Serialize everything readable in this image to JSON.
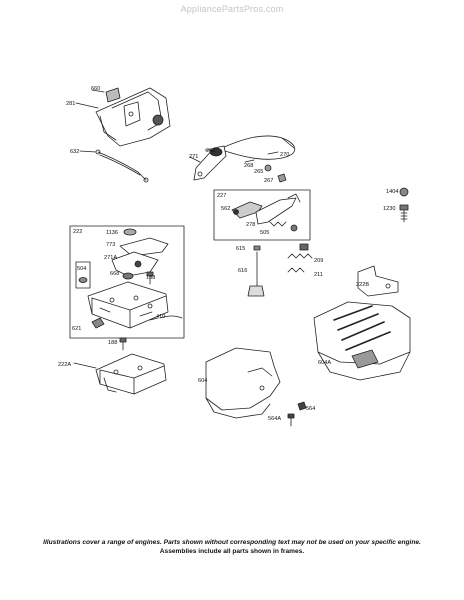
{
  "watermark": "AppliancePartsPros.com",
  "callouts": {
    "c660": "660",
    "c281": "281",
    "c632": "632",
    "c262": "262",
    "c271": "271",
    "c270": "270",
    "c268": "268",
    "c265": "265",
    "c267": "267",
    "c227": "227",
    "c562": "562",
    "c278": "278",
    "c505": "505",
    "c1404": "1404",
    "c1230": "1230",
    "c222": "222",
    "c1136": "1136",
    "c773": "773",
    "c271A": "271A",
    "c504": "504",
    "c668": "668",
    "c188": "188",
    "c621": "621",
    "c410": "410",
    "c188b": "188",
    "c222A": "222A",
    "c615": "615",
    "c616": "616",
    "c209": "209",
    "c211": "211",
    "c222B": "222B",
    "c604A": "604A",
    "c604": "604",
    "c564A": "564A",
    "c564": "564"
  },
  "footnote": {
    "line1": "Illustrations cover a range of engines. Parts shown without corresponding text may not be used on your specific engine.",
    "line2": "Assemblies include all parts shown in frames."
  }
}
